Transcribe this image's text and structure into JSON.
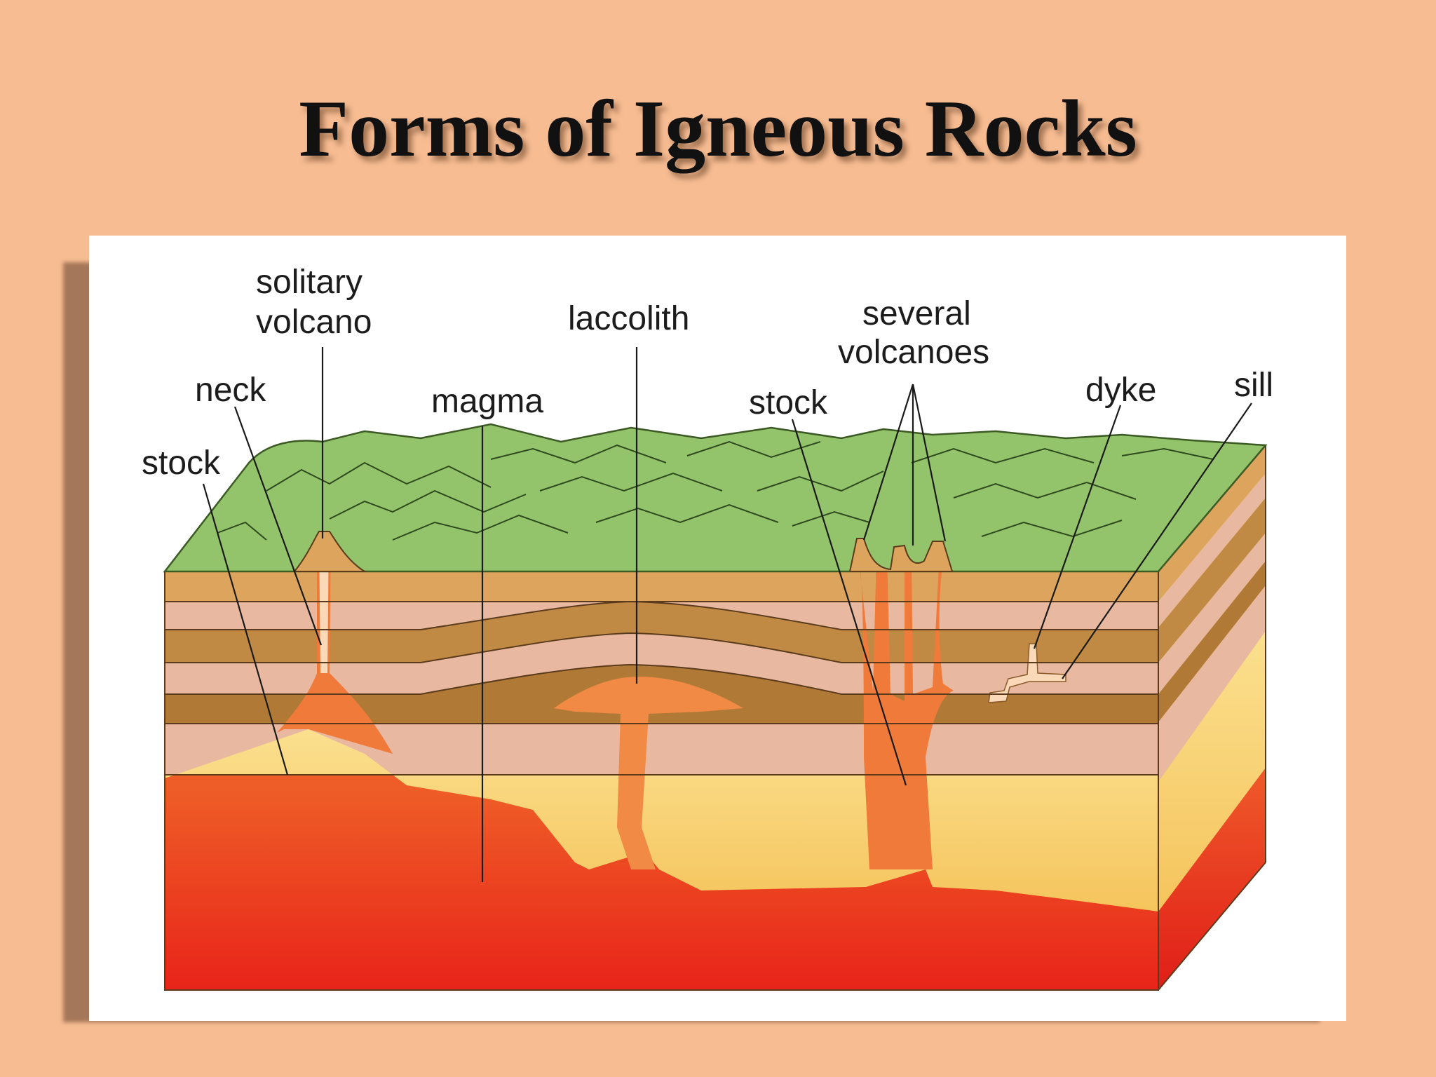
{
  "slide": {
    "title": "Forms of Igneous Rocks"
  },
  "diagram": {
    "labels": {
      "solitary_volcano_line1": "solitary",
      "solitary_volcano_line2": "volcano",
      "neck": "neck",
      "stock_left": "stock",
      "magma": "magma",
      "laccolith": "laccolith",
      "stock_right": "stock",
      "several_volcanoes_line1": "several",
      "several_volcanoes_line2": "volcanoes",
      "dyke": "dyke",
      "sill": "sill"
    },
    "colors": {
      "background": "#f7bc92",
      "surface_green": "#93c46b",
      "magma_red": "#e8341c",
      "magma_orange": "#f07a3a",
      "strata_tan": "#dca45c",
      "strata_pink": "#e8b9a0",
      "strata_brown": "#c08a44",
      "strata_yellow": "#f9d57e"
    }
  }
}
